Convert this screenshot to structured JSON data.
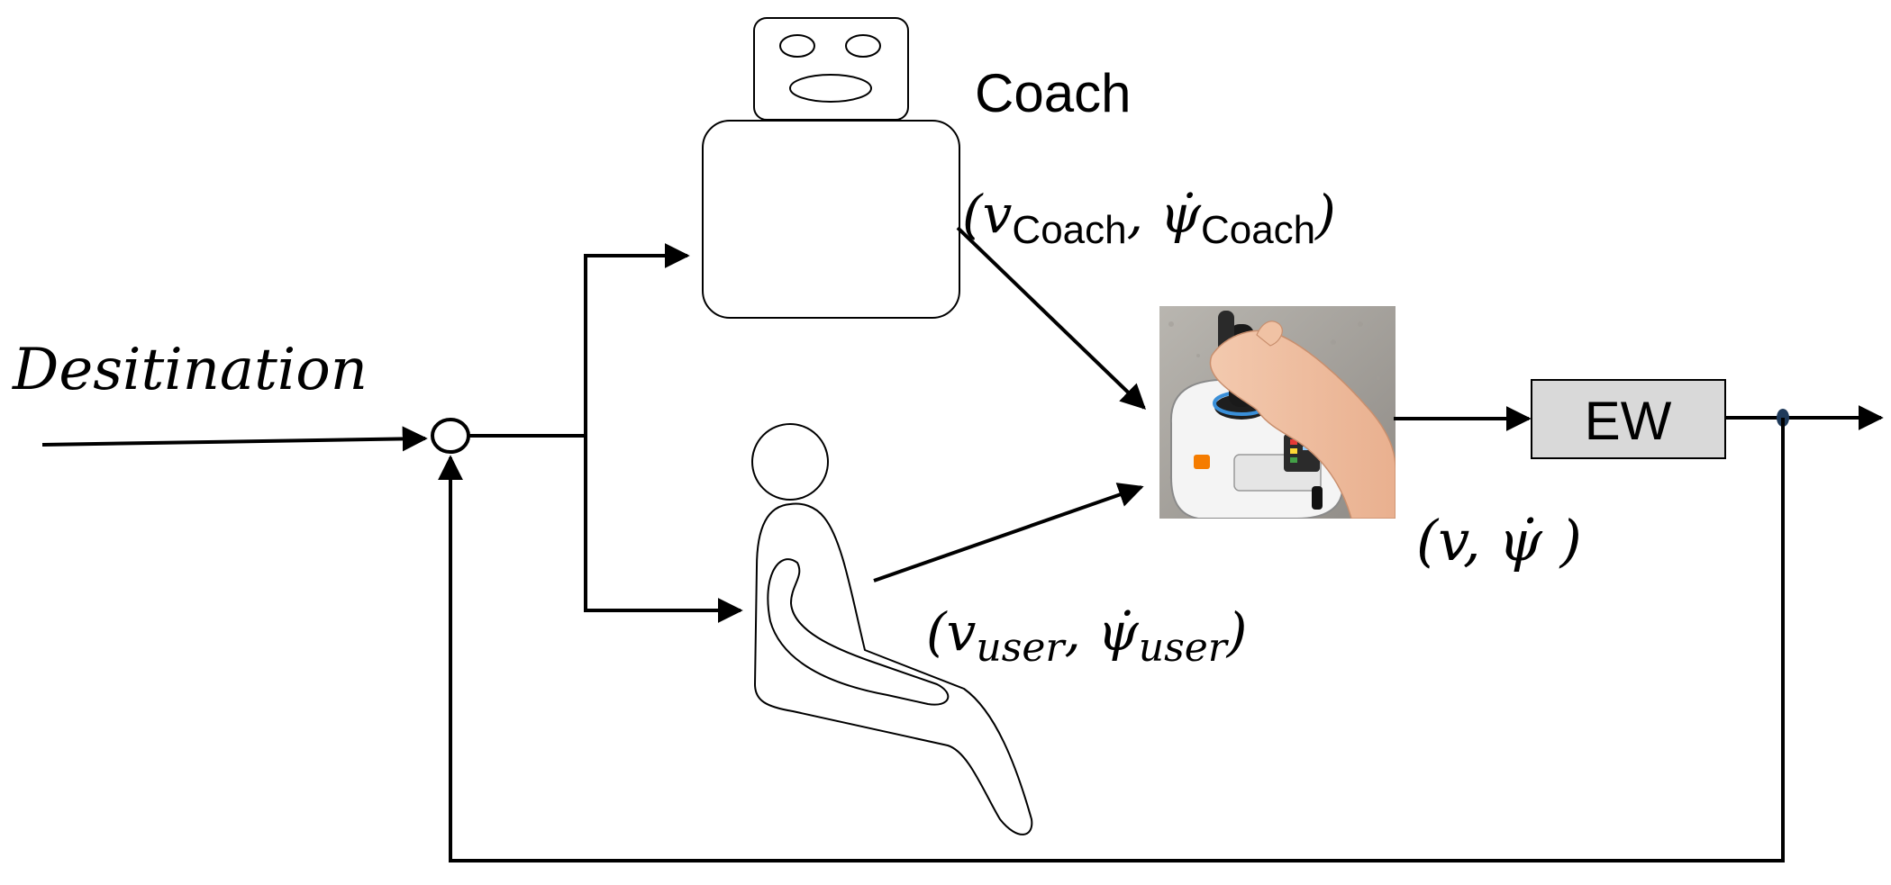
{
  "labels": {
    "destination": "Desitination",
    "coach": "Coach",
    "ew": "EW"
  },
  "formulas": {
    "coach_output": {
      "v": "v",
      "v_sub": "Coach",
      "psi": "ψ̇",
      "psi_sub": "Coach"
    },
    "user_output": {
      "v": "v",
      "v_sub": "user",
      "psi": "ψ̇",
      "psi_sub": "user"
    },
    "joystick_output": {
      "v": "v",
      "psi": "ψ̇"
    }
  },
  "icons": {
    "coach": "robot-coach-icon",
    "user": "seated-user-icon",
    "joystick": "joystick-photo"
  },
  "colors": {
    "stroke": "#000000",
    "ew_fill": "#d9d9d9",
    "junction_fill": "#1f3a5a"
  }
}
